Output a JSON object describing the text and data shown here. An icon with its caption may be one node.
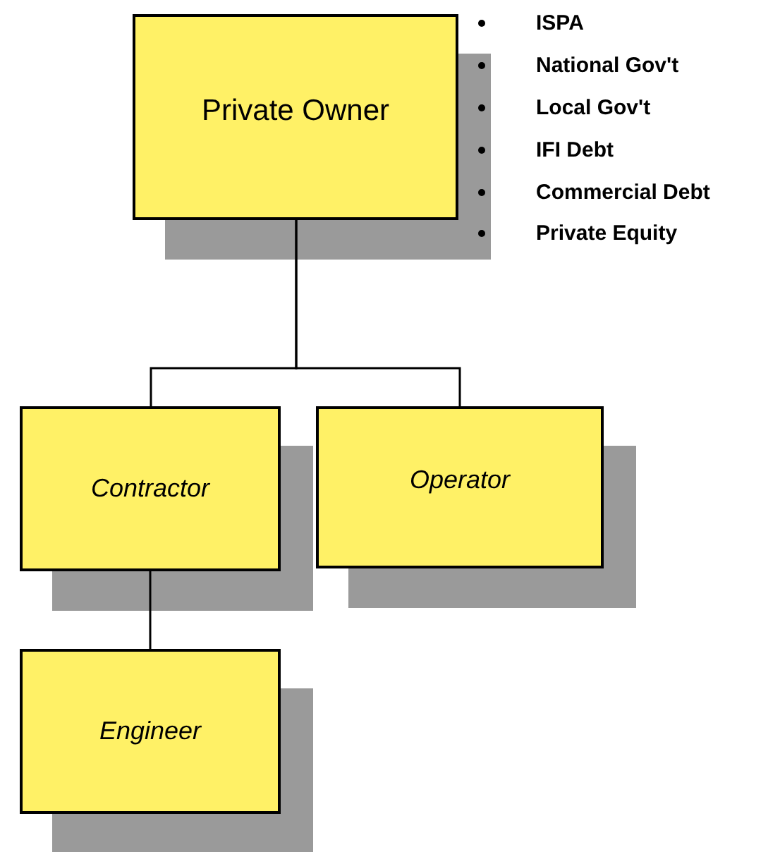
{
  "diagram": {
    "nodes": [
      {
        "text": [
          "Private Owner"
        ],
        "beside": [
          "ISPA",
          "National Gov't",
          "Local Gov't",
          "IFI Debt",
          "Commercial Debt",
          "Private Equity"
        ]
      },
      {
        "text": [
          "Contractor"
        ]
      },
      {
        "text": [
          "Operator"
        ]
      },
      {
        "text": [
          "Engineer"
        ]
      }
    ],
    "edges": [
      {
        "from": 0,
        "to": 1,
        "arrow": "none"
      },
      {
        "from": 0,
        "to": 2,
        "arrow": "none"
      },
      {
        "from": 1,
        "to": 3,
        "arrow": "none"
      }
    ]
  }
}
